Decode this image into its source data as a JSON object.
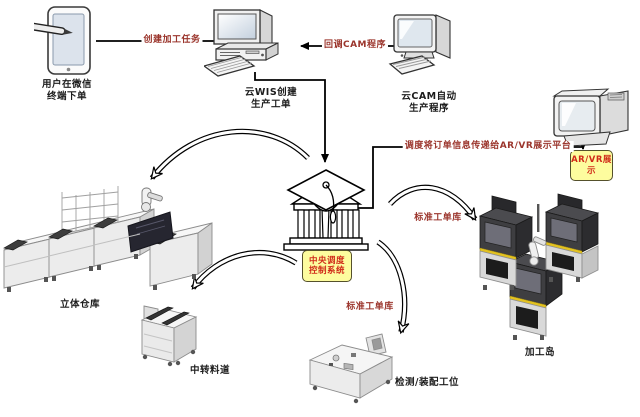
{
  "colors": {
    "background": "#ffffff",
    "connector": "#000000",
    "edge_label_text": "#9b352c",
    "badge_fill": "#fdfc9e",
    "badge_border": "#55512c",
    "badge_text": "#d02a18",
    "machine_light_gray": "#ececec",
    "machine_dark_gray": "#3e3e41",
    "island_yellow_stripe": "#e3c220"
  },
  "devices": {
    "tablet": {
      "caption": [
        "用户在微信",
        "终端下单"
      ]
    },
    "wis_pc": {
      "caption": [
        "云WIS创建",
        "生产工单"
      ]
    },
    "cam_pc": {
      "caption": [
        "云CAM自动",
        "生产程序"
      ]
    }
  },
  "badges": {
    "dispatch": {
      "lines": [
        "中央调度",
        "控制系统"
      ]
    },
    "arvr": {
      "lines": [
        "AR/VR展",
        "示"
      ]
    }
  },
  "machines": {
    "warehouse": {
      "caption": "立体仓库"
    },
    "transfer": {
      "caption": "中转料道"
    },
    "inspection": {
      "caption": "检测/装配工位"
    },
    "island": {
      "caption": "加工岛"
    }
  },
  "edges": {
    "create_task": {
      "label": "创建加工任务"
    },
    "callback_cam": {
      "label": "回调CAM程序"
    },
    "dispatch_to_arvr": {
      "label": "调度将订单信息传递给AR/VR展示平台"
    },
    "std_orders_island": {
      "label": "标准工单库"
    },
    "std_orders_inspection": {
      "label": "标准工单库"
    }
  }
}
